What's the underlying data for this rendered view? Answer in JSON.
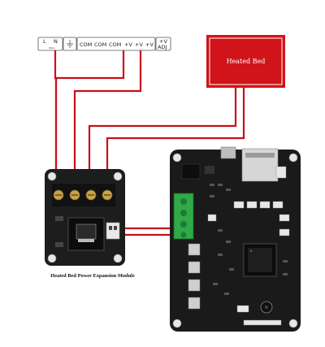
{
  "terminal_strip": {
    "mains": {
      "l": "L",
      "n": "N",
      "sub": "(NG)"
    },
    "ground_icon": "ground-symbol-icon",
    "com_labels": [
      "COM",
      "COM",
      "COM"
    ],
    "v_labels": [
      "+V",
      "+V",
      "+V"
    ],
    "adj": {
      "top": "+V",
      "bottom": "ADJ"
    }
  },
  "heated_bed": {
    "label": "Heated Bed",
    "color": "#d0141a"
  },
  "module": {
    "caption": "Heated Bed Power Expansion Module"
  },
  "colors": {
    "wire": "#c8101a",
    "pcb": "#1d1d1d",
    "green_terminal": "#2faa47"
  }
}
